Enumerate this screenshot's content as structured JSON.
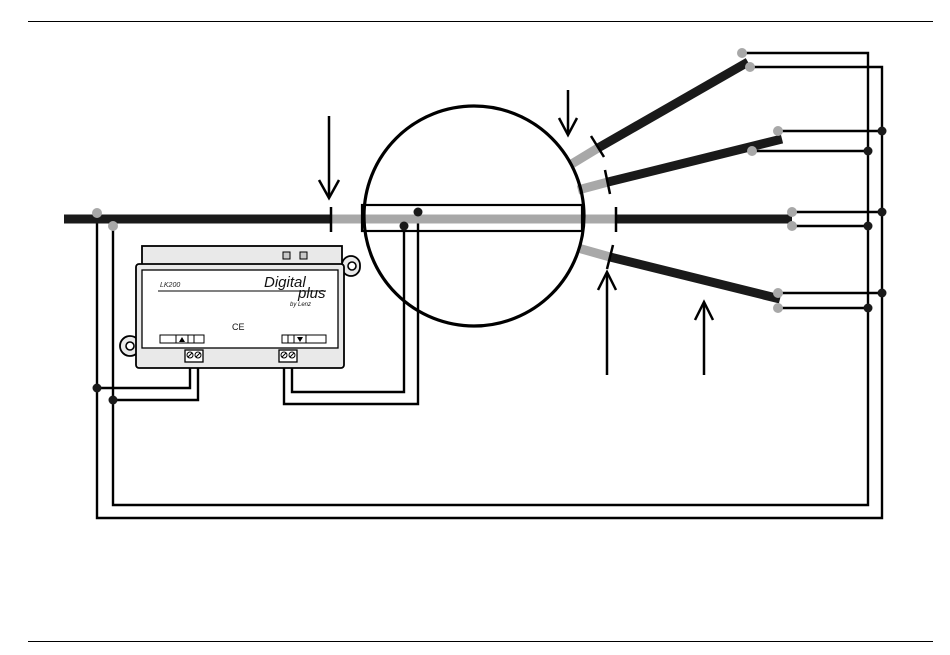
{
  "decoder": {
    "model": "LK200",
    "brand_main": "Digital",
    "brand_plus": "plus",
    "brand_by": "by Lenz",
    "ce_mark": "CE"
  },
  "colors": {
    "rail": "#1a1a1a",
    "isolated_section": "#a8a8a8",
    "wire": "#000000",
    "device_body": "#e9e9e9"
  }
}
